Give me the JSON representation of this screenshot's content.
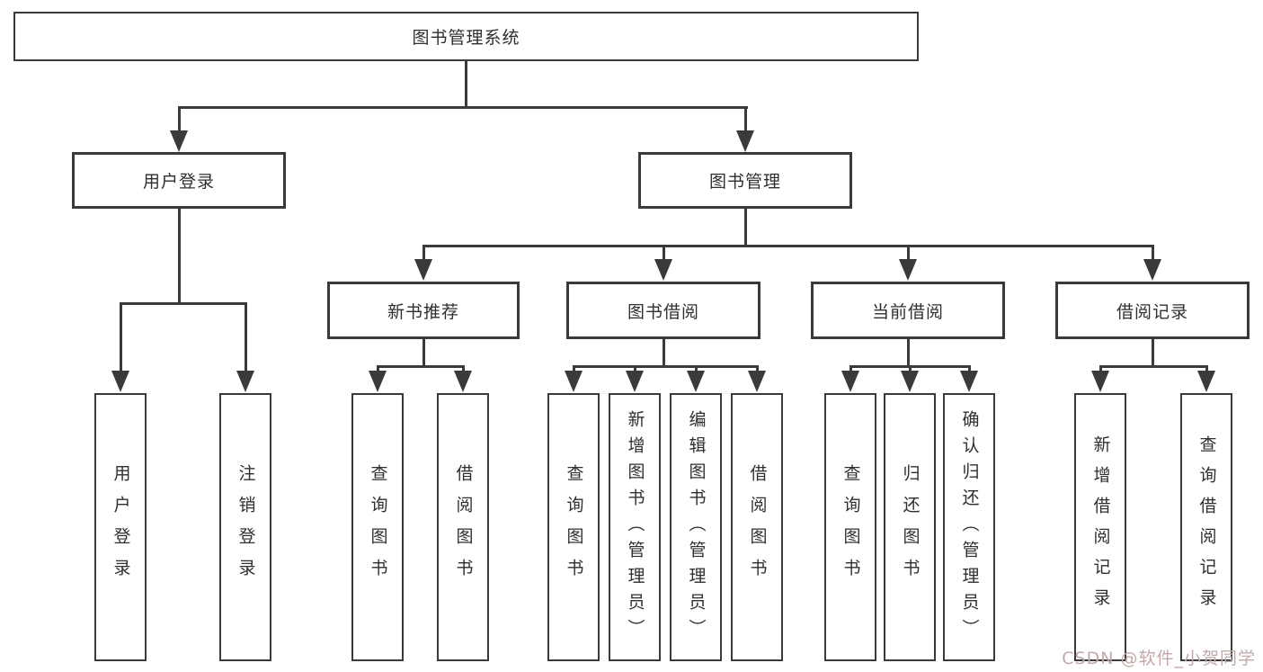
{
  "colors": {
    "line": "#3a3a3a",
    "box_border": "#3a3a3a",
    "text": "#2f2f2f",
    "background": "#ffffff",
    "watermark": "#c2a9a9"
  },
  "tree": {
    "root": {
      "label": "图书管理系统"
    },
    "level1": [
      {
        "label": "用户登录"
      },
      {
        "label": "图书管理"
      }
    ],
    "level2": [
      {
        "label": "新书推荐"
      },
      {
        "label": "图书借阅"
      },
      {
        "label": "当前借阅"
      },
      {
        "label": "借阅记录"
      }
    ],
    "leaves": {
      "user_login": "用户登录",
      "logout": "注销登录",
      "rec_query": "查询图书",
      "rec_borrow": "借阅图书",
      "bb_query": "查询图书",
      "bb_add": "新增图书（管理员）",
      "bb_edit": "编辑图书（管理员）",
      "bb_borrow": "借阅图书",
      "cb_query": "查询图书",
      "cb_return": "归还图书",
      "cb_confirm": "确认归还（管理员）",
      "br_add": "新增借阅记录",
      "br_query": "查询借阅记录"
    }
  },
  "watermark": {
    "text": "CSDN @软件_小贺同学"
  }
}
